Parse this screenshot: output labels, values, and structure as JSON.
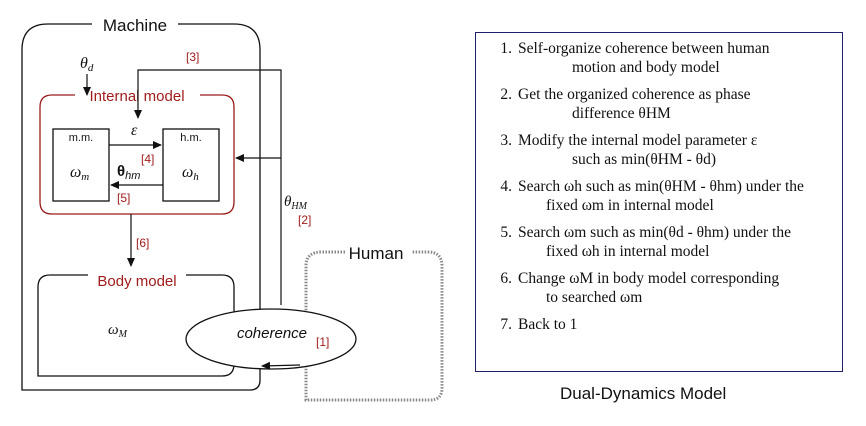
{
  "machine": {
    "title": "Machine"
  },
  "human": {
    "title": "Human"
  },
  "internal_model": {
    "title": "Internal model",
    "theta_d": "θd",
    "mm_label": "m.m.",
    "hm_label": "h.m.",
    "omega_m": "ωm",
    "omega_h": "ωh",
    "epsilon": "ε",
    "theta_hm": "θhm"
  },
  "body_model": {
    "title": "Body model",
    "omega_M": "ωM"
  },
  "coherence": {
    "label": "coherence"
  },
  "theta_HM": "θHM",
  "step_tags": [
    "[1]",
    "[2]",
    "[3]",
    "[4]",
    "[5]",
    "[6]"
  ],
  "steps": [
    {
      "num": "1.",
      "line1": "Self-organize coherence between human",
      "line2": "motion and body model"
    },
    {
      "num": "2.",
      "line1": "Get the organized coherence as phase",
      "line2": "difference θHM"
    },
    {
      "num": "3.",
      "line1": "Modify the internal model parameter ε",
      "line2": "such as min(θHM - θd)"
    },
    {
      "num": "4.",
      "line1": "Search ωh such as min(θHM - θhm) under the",
      "line2": "fixed ωm in internal model"
    },
    {
      "num": "5.",
      "line1": "Search ωm such as min(θd - θhm) under the",
      "line2": "fixed ωh in internal model"
    },
    {
      "num": "6.",
      "line1": "Change ωM in body model corresponding",
      "line2": "to searched ωm"
    },
    {
      "num": "7.",
      "line1": "Back to 1",
      "line2": ""
    }
  ],
  "caption": "Dual-Dynamics Model",
  "colors": {
    "tag": "#a11c1c",
    "internal_border": "#9a1a1a",
    "steps_border": "#1f1f6e",
    "text": "#111111"
  }
}
